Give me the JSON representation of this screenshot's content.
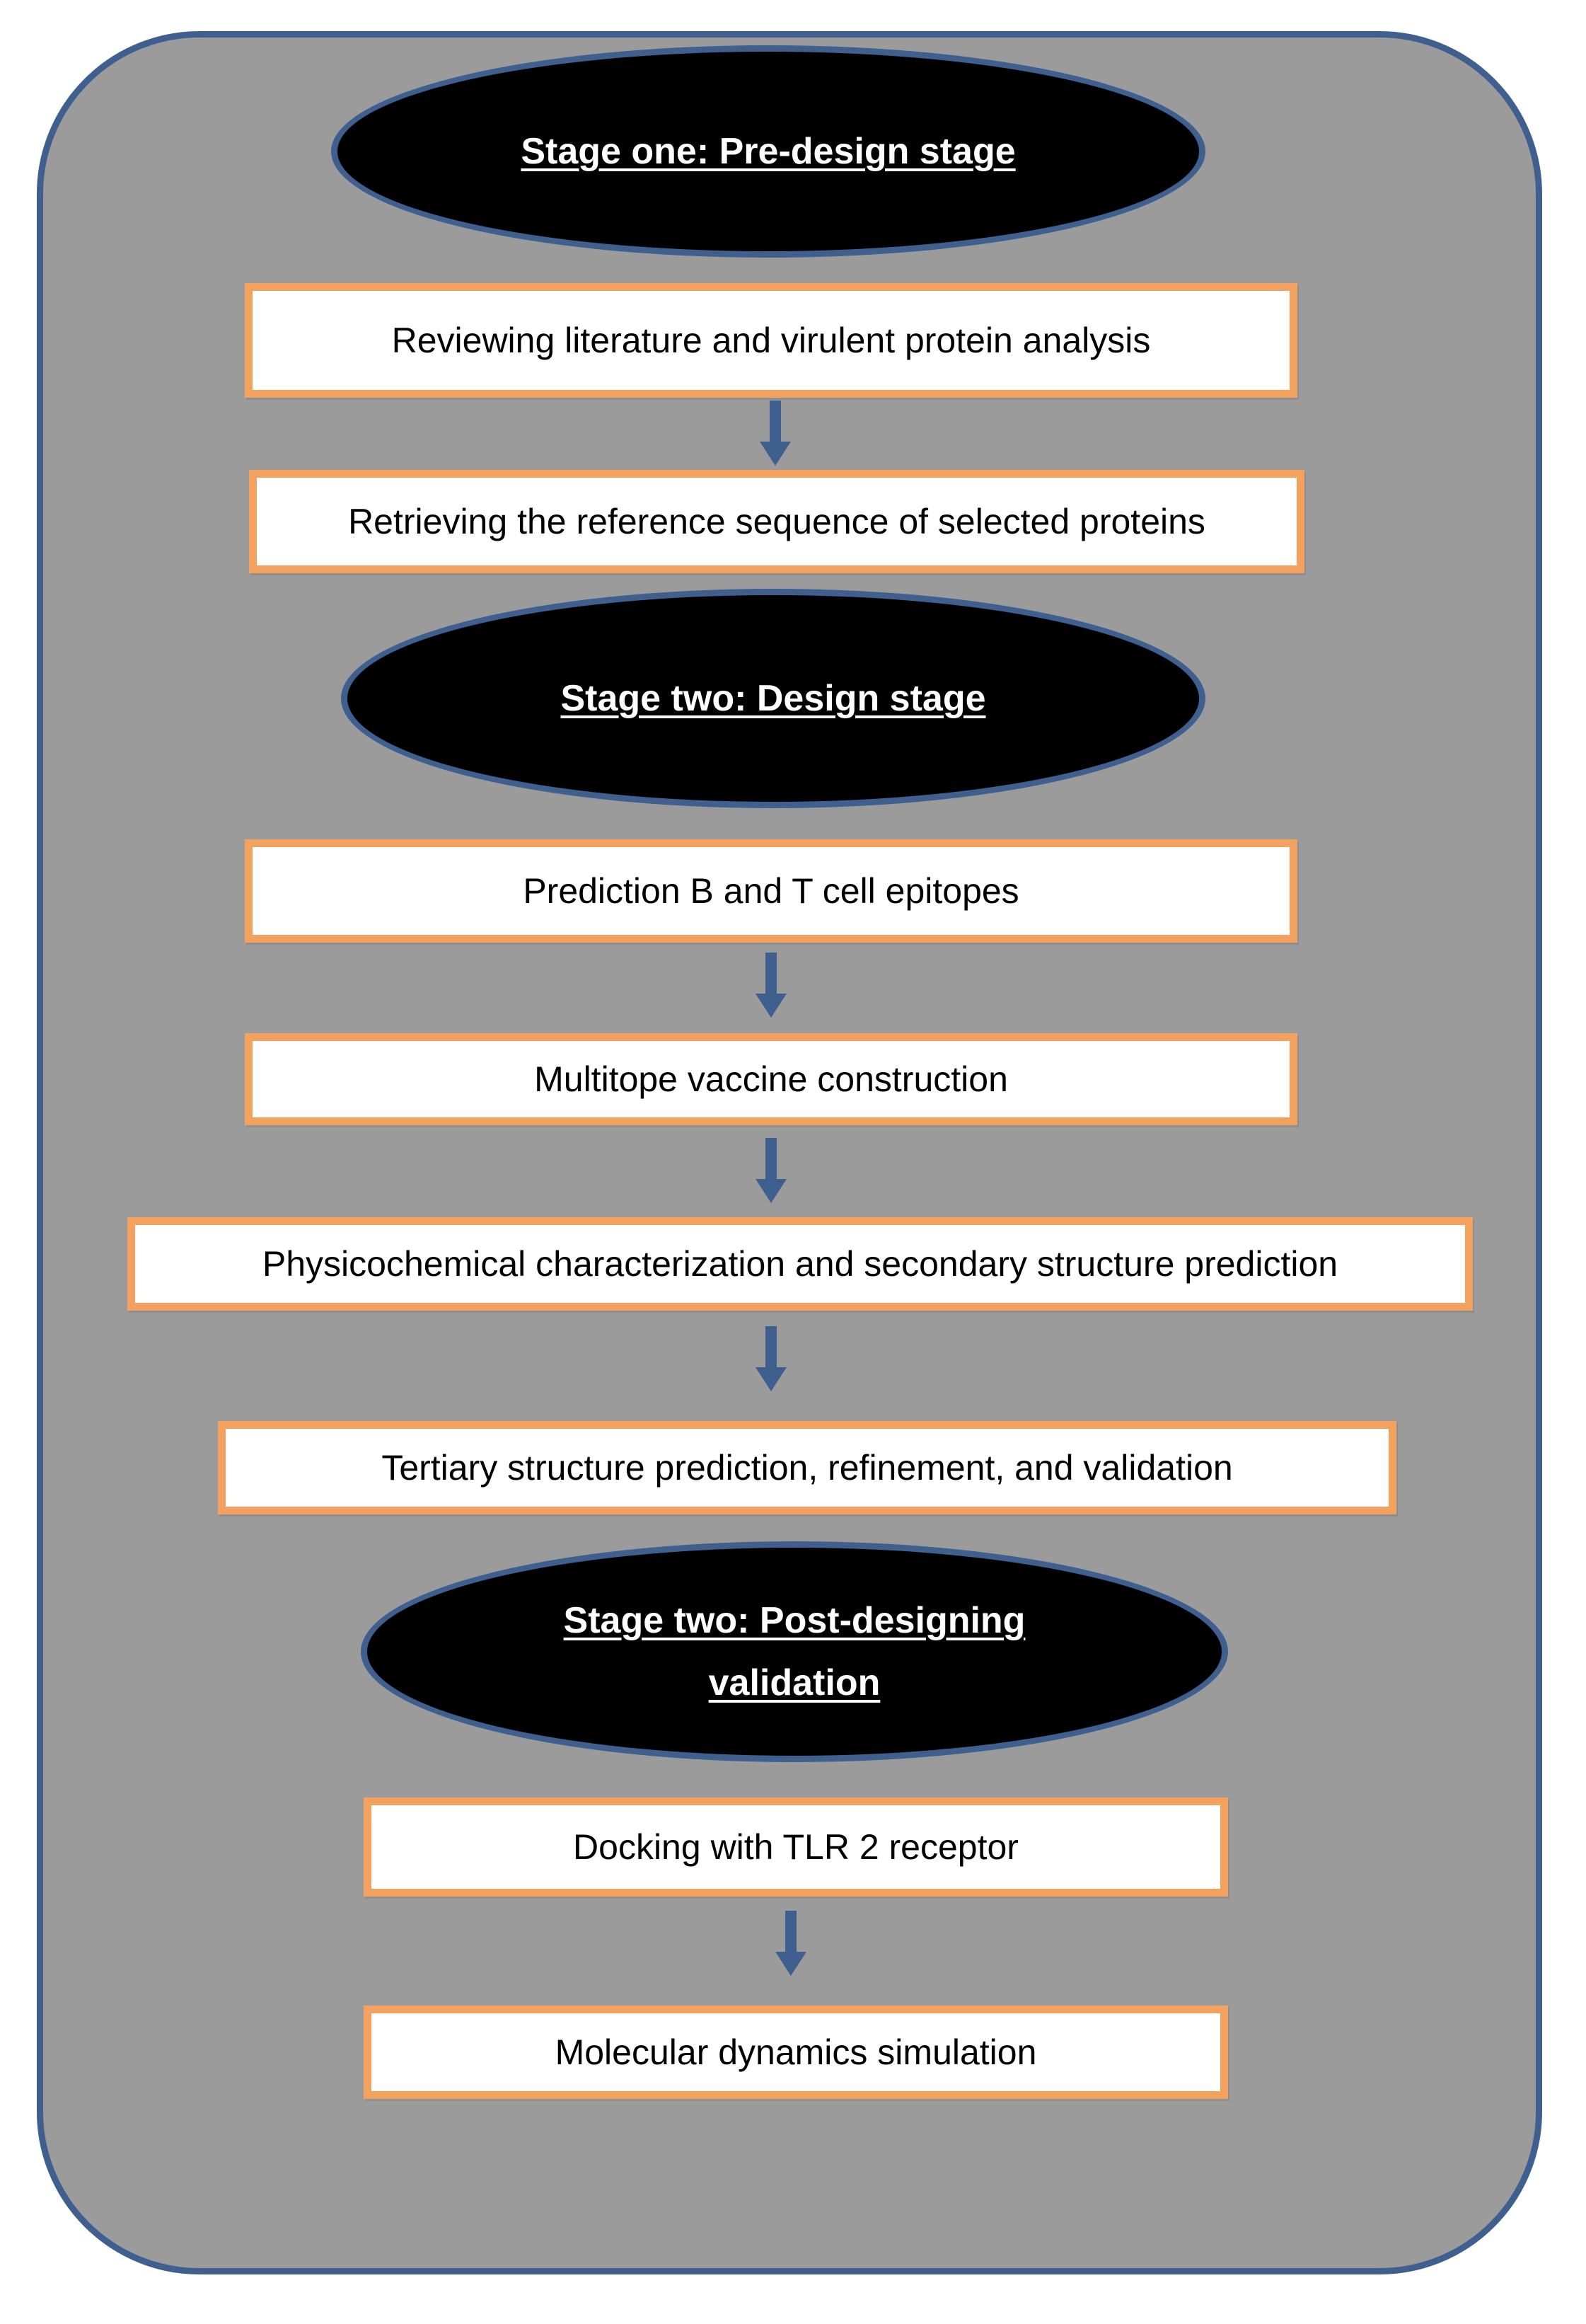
{
  "colors": {
    "panel_fill": "#9b9b9b",
    "panel_border": "#3f5f8f",
    "stage_fill": "#000000",
    "stage_text": "#ffffff",
    "box_fill": "#ffffff",
    "box_border": "#f2a15f",
    "arrow": "#3f5f8f"
  },
  "stages": [
    {
      "label": "Stage one: Pre-design stage"
    },
    {
      "label": "Stage two: Design stage"
    },
    {
      "label": "Stage two: Post-designing\nvalidation"
    }
  ],
  "steps": [
    {
      "label": "Reviewing literature and virulent protein analysis"
    },
    {
      "label": "Retrieving the reference sequence of selected proteins"
    },
    {
      "label": "Prediction B and T cell epitopes"
    },
    {
      "label": "Multitope vaccine construction"
    },
    {
      "label": "Physicochemical characterization and secondary structure prediction"
    },
    {
      "label": "Tertiary structure prediction, refinement, and validation"
    },
    {
      "label": "Docking with TLR 2 receptor"
    },
    {
      "label": "Molecular dynamics simulation"
    }
  ],
  "arrows": [
    {
      "from": "Reviewing literature and virulent protein analysis",
      "to": "Retrieving the reference sequence of selected proteins"
    },
    {
      "from": "Prediction B and T cell epitopes",
      "to": "Multitope vaccine construction"
    },
    {
      "from": "Multitope vaccine construction",
      "to": "Physicochemical characterization and secondary structure prediction"
    },
    {
      "from": "Physicochemical characterization and secondary structure prediction",
      "to": "Tertiary structure prediction, refinement, and validation"
    },
    {
      "from": "Docking with TLR 2 receptor",
      "to": "Molecular dynamics simulation"
    }
  ]
}
